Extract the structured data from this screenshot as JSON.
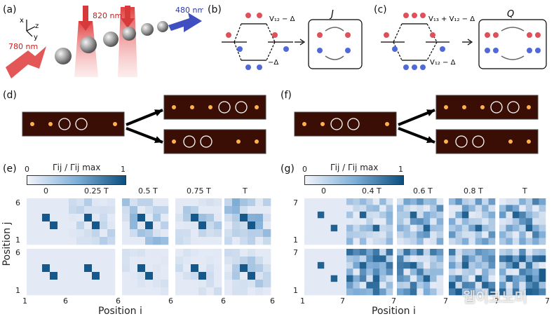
{
  "panels": {
    "a": {
      "label": "(a)",
      "lasers": [
        "780 nm",
        "820 nm",
        "480 nm"
      ],
      "axes": [
        "x",
        "z",
        "y"
      ]
    },
    "b": {
      "label": "(b)",
      "energy_top": "V₁₂ − Δ",
      "energy_bottom": "−Δ",
      "effective": "J"
    },
    "c": {
      "label": "(c)",
      "energy_top": "V₁₃ + V₁₂ − Δ",
      "energy_bottom": "V₁₂ − Δ",
      "effective": "Q"
    },
    "d": {
      "label": "(d)"
    },
    "f": {
      "label": "(f)"
    },
    "e": {
      "label": "(e)",
      "colorbar_label": "Γij / Γij max",
      "colorbar_min": "0",
      "colorbar_max": "1",
      "time_labels": [
        "0",
        "0.25 T",
        "0.5 T",
        "0.75 T",
        "T"
      ],
      "tick_min": "1",
      "tick_max": "6"
    },
    "g": {
      "label": "(g)",
      "colorbar_label": "Γij / Γij max",
      "colorbar_min": "0",
      "colorbar_max": "1",
      "time_labels": [
        "0",
        "0.4 T",
        "0.6 T",
        "0.8 T",
        "T"
      ],
      "tick_min": "1",
      "tick_max": "7"
    }
  },
  "axis_labels": {
    "x": "Position i",
    "y": "Position j"
  },
  "watermark": "웹이코노미",
  "colors": {
    "dark": "#0b4f80",
    "light": "#eef0f8",
    "atom": "#ffb24a",
    "strip_bg": "#3a0e05"
  }
}
